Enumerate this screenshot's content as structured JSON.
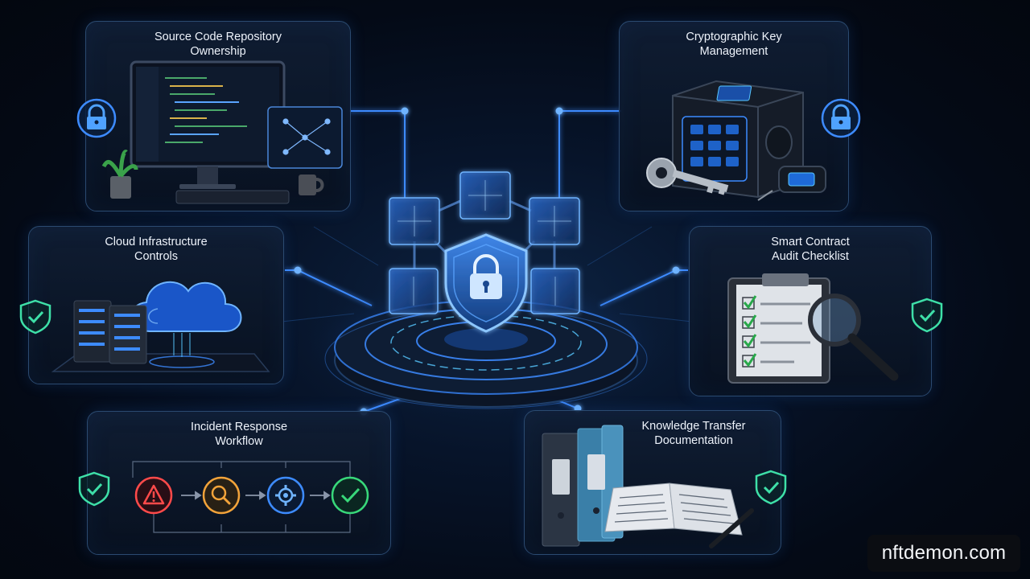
{
  "panels": {
    "source_code": {
      "title": "Source Code Repository\nOwnership"
    },
    "crypto_keys": {
      "title": "Cryptographic Key\nManagement"
    },
    "cloud": {
      "title": "Cloud Infrastructure\nControls"
    },
    "smart_contract": {
      "title": "Smart Contract\nAudit Checklist"
    },
    "incident": {
      "title": "Incident Response\nWorkflow"
    },
    "knowledge": {
      "title": "Knowledge Transfer\nDocumentation"
    }
  },
  "watermark": "nftdemon.com",
  "colors": {
    "accent_blue": "#3d8bff",
    "glow_cyan": "#58c8ff",
    "shield_green": "#3ee0a8",
    "alert_red": "#ff4a4a",
    "search_orange": "#f2a33a",
    "check_green": "#38d87a"
  }
}
